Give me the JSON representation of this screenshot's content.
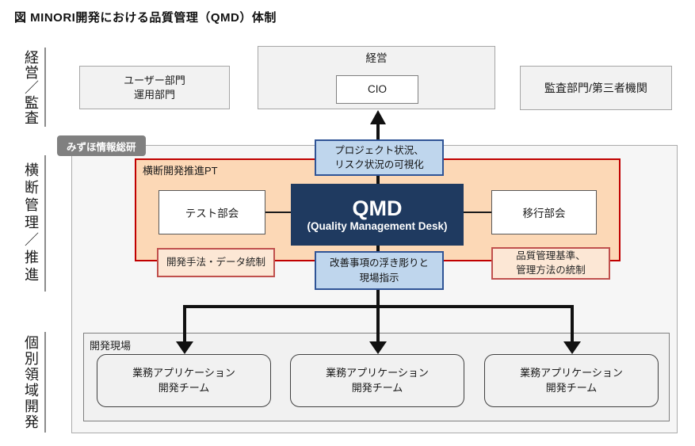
{
  "title": "図 MINORI開発における品質管理（QMD）体制",
  "sections": {
    "management_audit": "経営／監査",
    "cross_management": "横断管理／推進",
    "individual_dev": "個別領域開発"
  },
  "top": {
    "user_dept": "ユーザー部門\n運用部門",
    "management": "経営",
    "cio": "CIO",
    "audit": "監査部門/第三者機関"
  },
  "vendor_tag": "みずほ情報総研",
  "middle": {
    "pt_label": "横断開発推進PT",
    "test_group": "テスト部会",
    "qmd_title": "QMD",
    "qmd_subtitle": "(Quality Management Desk)",
    "migration_group": "移行部会",
    "visualization_note": "プロジェクト状況、\nリスク状況の可視化",
    "dev_method_note": "開発手法・データ統制",
    "improvement_note": "改善事項の浮き彫りと\n現場指示",
    "quality_standard_note": "品質管理基準、\n管理方法の統制"
  },
  "bottom": {
    "dev_site_label": "開発現場",
    "teams": [
      "業務アプリケーション\n開発チーム",
      "業務アプリケーション\n開発チーム",
      "業務アプリケーション\n開発チーム"
    ]
  },
  "colors": {
    "accent_red": "#c00000",
    "note_red_border": "#c0504d",
    "orange_fill": "#fcd8b6",
    "peach_fill": "#fce7d5",
    "navy": "#1f3a60",
    "blue_fill": "#bfd6ed",
    "blue_border": "#2f5496",
    "tag_gray": "#808080"
  }
}
